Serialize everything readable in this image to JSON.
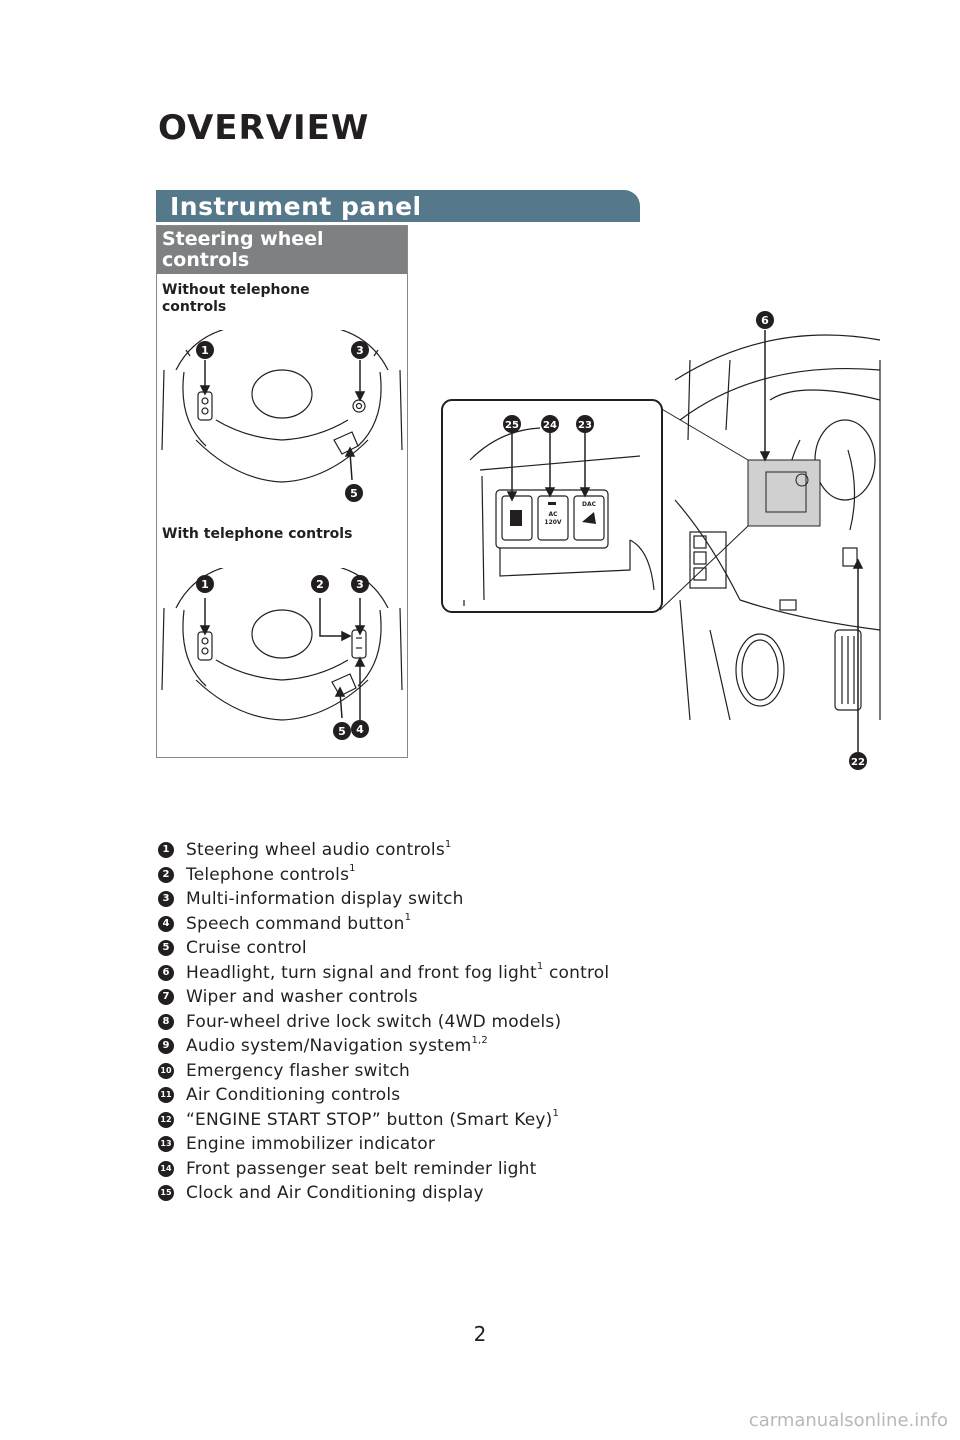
{
  "page": {
    "title": "OVERVIEW",
    "number": "2",
    "watermark": "carmanualsonline.info"
  },
  "section": {
    "title": "Instrument panel"
  },
  "steering_panel": {
    "title": "Steering wheel controls",
    "without_label": "Without telephone controls",
    "with_label": "With telephone controls"
  },
  "callouts": {
    "top_wheel": [
      "1",
      "3",
      "5"
    ],
    "bottom_wheel": [
      "1",
      "2",
      "3",
      "5",
      "4"
    ],
    "inset": [
      "25",
      "24",
      "23"
    ],
    "dash": [
      "6",
      "22"
    ]
  },
  "inset_labels": {
    "ac": "AC",
    "volt": "120V",
    "dac": "DAC"
  },
  "legend": [
    {
      "num": "1",
      "text": "Steering wheel audio controls",
      "sup": "1"
    },
    {
      "num": "2",
      "text": "Telephone controls",
      "sup": "1"
    },
    {
      "num": "3",
      "text": "Multi-information display switch",
      "sup": ""
    },
    {
      "num": "4",
      "text": "Speech command button",
      "sup": "1"
    },
    {
      "num": "5",
      "text": "Cruise control",
      "sup": ""
    },
    {
      "num": "6",
      "text": "Headlight, turn signal and front fog light",
      "sup": "1",
      "after": " control"
    },
    {
      "num": "7",
      "text": "Wiper and washer controls",
      "sup": ""
    },
    {
      "num": "8",
      "text": "Four-wheel drive lock switch (4WD models)",
      "sup": ""
    },
    {
      "num": "9",
      "text": "Audio system/Navigation system",
      "sup": "1,2"
    },
    {
      "num": "10",
      "text": "Emergency flasher switch",
      "sup": ""
    },
    {
      "num": "11",
      "text": "Air Conditioning controls",
      "sup": ""
    },
    {
      "num": "12",
      "text": "“ENGINE START STOP” button (Smart Key)",
      "sup": "1"
    },
    {
      "num": "13",
      "text": "Engine immobilizer indicator",
      "sup": ""
    },
    {
      "num": "14",
      "text": "Front passenger seat belt reminder light",
      "sup": ""
    },
    {
      "num": "15",
      "text": "Clock and Air Conditioning display",
      "sup": ""
    }
  ]
}
